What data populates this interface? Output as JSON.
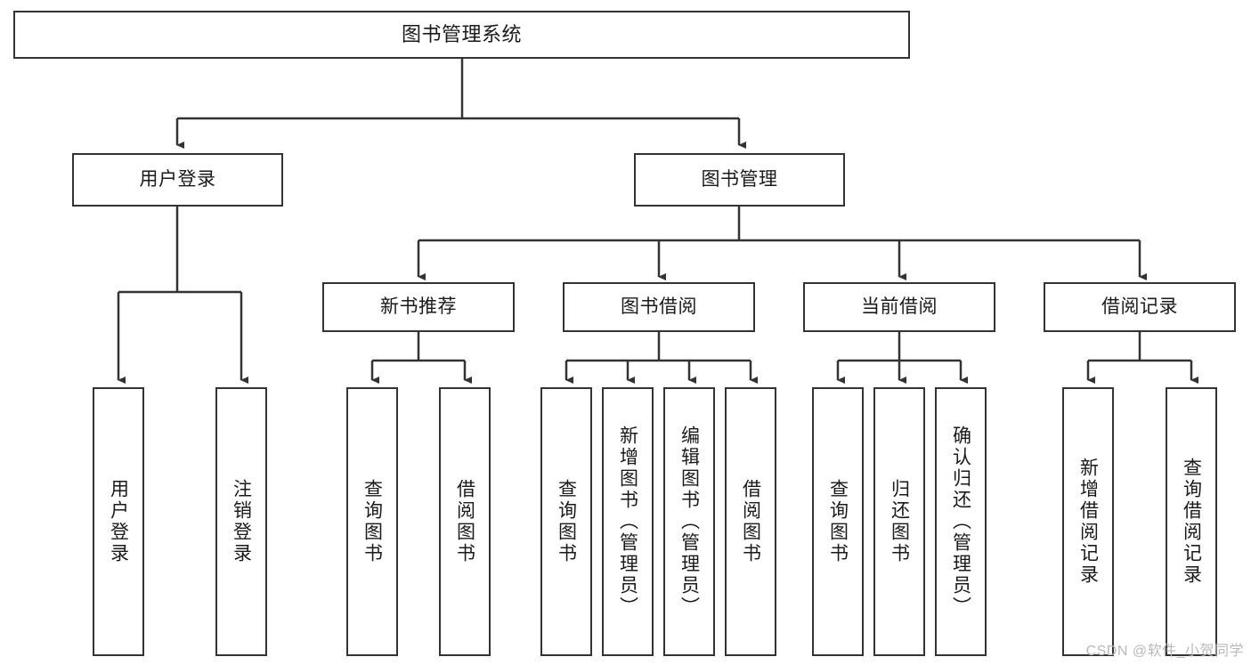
{
  "diagram": {
    "title": "图书管理系统",
    "stroke_color": "#333333",
    "fill_color": "#ffffff",
    "text_color": "#1a1a1a"
  },
  "watermark": {
    "text": "CSDN @软件_小贺同学",
    "color": "#b9b9b9"
  },
  "nodes": {
    "root": {
      "label": "图书管理系统"
    },
    "level1": [
      {
        "label": "用户登录"
      },
      {
        "label": "图书管理"
      }
    ],
    "level2": [
      {
        "label": "新书推荐"
      },
      {
        "label": "图书借阅"
      },
      {
        "label": "当前借阅"
      },
      {
        "label": "借阅记录"
      }
    ],
    "leaves": {
      "user_login": [
        {
          "label": "用户登录"
        },
        {
          "label": "注销登录"
        }
      ],
      "new_book": [
        {
          "label": "查询图书"
        },
        {
          "label": "借阅图书"
        }
      ],
      "book_borrow": [
        {
          "label": "查询图书"
        },
        {
          "label": "新增图书（管理员）"
        },
        {
          "label": "编辑图书（管理员）"
        },
        {
          "label": "借阅图书"
        }
      ],
      "current_borrow": [
        {
          "label": "查询图书"
        },
        {
          "label": "归还图书"
        },
        {
          "label": "确认归还（管理员）"
        }
      ],
      "borrow_record": [
        {
          "label": "新增借阅记录"
        },
        {
          "label": "查询借阅记录"
        }
      ]
    }
  }
}
